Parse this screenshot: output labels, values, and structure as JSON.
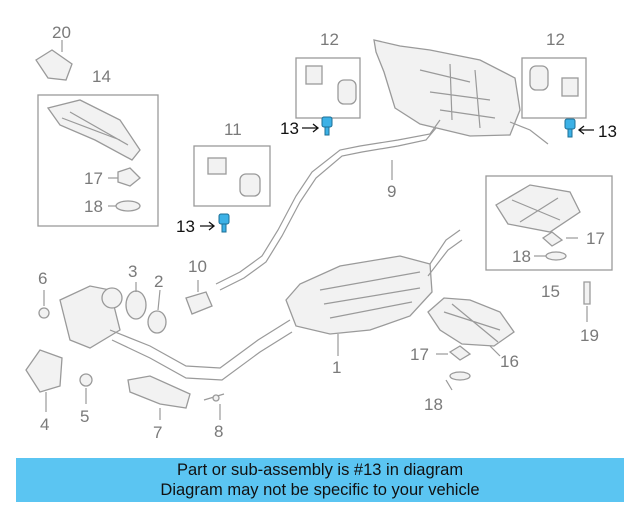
{
  "colors": {
    "highlight": "#3cb1e6",
    "banner": "#5bc5f2"
  },
  "callouts": {
    "c1": "1",
    "c2": "2",
    "c3": "3",
    "c4": "4",
    "c5": "5",
    "c6": "6",
    "c7": "7",
    "c8": "8",
    "c9": "9",
    "c10": "10",
    "c11": "11",
    "c12a": "12",
    "c12b": "12",
    "c13a": "13",
    "c13b": "13",
    "c13c": "13",
    "c14": "14",
    "c15": "15",
    "c16": "16",
    "c17a": "17",
    "c17b": "17",
    "c17c": "17",
    "c18a": "18",
    "c18b": "18",
    "c18c": "18",
    "c19": "19",
    "c20": "20"
  },
  "banner": {
    "line1": "Part or sub-assembly is #13 in diagram",
    "line2": "Diagram may not be specific to your vehicle"
  }
}
